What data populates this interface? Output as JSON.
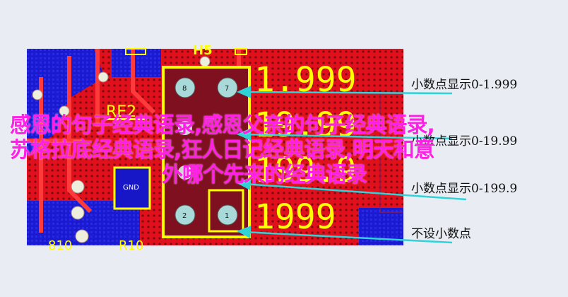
{
  "pcb": {
    "silk_top_label": "H5",
    "silk_re_label": "RE2",
    "gnd_label": "GND",
    "pin_labels": [
      "8",
      "7",
      "2",
      "1"
    ],
    "digits": [
      "1.999",
      "19.99",
      "199.9",
      "1999"
    ],
    "bottom_label_1": "810",
    "bottom_label_2": "R10"
  },
  "callouts": [
    "小数点显示0-1.999",
    "小数点显示0-19.99",
    "小数点显示0-199.9",
    "不设小数点"
  ],
  "overlay": {
    "line1": "感恩的句子经典语录,感恩父亲的句子经典语录,",
    "line2": "苏格拉底经典语录,狂人日记经典语录,明天和意",
    "line3": "外哪个先来的经典语录"
  },
  "colors": {
    "background": "#e9edf3",
    "board_red": "#e0101c",
    "board_blue": "#1717c8",
    "silk_yellow": "#ffff00",
    "arrow_cyan": "#2ed3d8",
    "overlay_magenta": "#ff1fe6"
  }
}
